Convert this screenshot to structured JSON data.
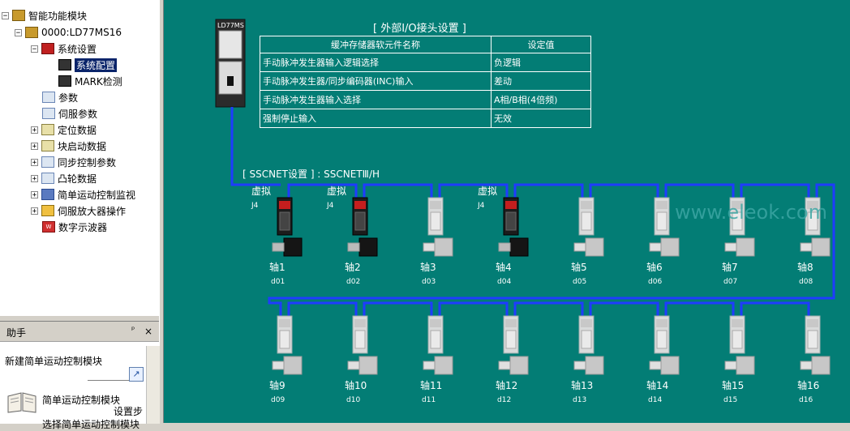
{
  "tree": {
    "items": [
      {
        "label": "智能功能模块",
        "icon": "module-folder-icon"
      },
      {
        "label": "0000:LD77MS16",
        "icon": "module-icon"
      },
      {
        "label": "系统设置",
        "icon": "folder-icon"
      },
      {
        "label": "系统配置",
        "icon": "system-config-icon"
      },
      {
        "label": "MARK检测",
        "icon": "mark-detect-icon"
      },
      {
        "label": "参数",
        "icon": "parameter-icon"
      },
      {
        "label": "伺服参数",
        "icon": "servo-parameter-icon"
      },
      {
        "label": "定位数据",
        "icon": "positioning-data-icon"
      },
      {
        "label": "块启动数据",
        "icon": "block-start-icon"
      },
      {
        "label": "同步控制参数",
        "icon": "sync-control-icon"
      },
      {
        "label": "凸轮数据",
        "icon": "cam-data-icon"
      },
      {
        "label": "简单运动控制监视",
        "icon": "monitor-icon"
      },
      {
        "label": "伺服放大器操作",
        "icon": "amplifier-icon"
      },
      {
        "label": "数字示波器",
        "icon": "oscilloscope-icon"
      }
    ]
  },
  "helper": {
    "title": "助手",
    "pin": "ᵖ",
    "close": "×",
    "new_module": "新建简单运动控制模块",
    "item_title": "简单运动控制模块",
    "item_sub": "设置步",
    "item_desc": "选择简单运动控制模块"
  },
  "canvas": {
    "module_label": "LD77MS",
    "io_title": "[ 外部I/O接头设置 ]",
    "io_table": {
      "headers": [
        "缓冲存储器软元件名称",
        "设定值"
      ],
      "rows": [
        [
          "手动脉冲发生器输入逻辑选择",
          "负逻辑"
        ],
        [
          "手动脉冲发生器/同步编码器(INC)输入",
          "差动"
        ],
        [
          "手动脉冲发生器输入选择",
          "A相/B相(4倍频)"
        ],
        [
          "强制停止输入",
          "无效"
        ]
      ]
    },
    "sscnet_title": "[ SSCNET设置 ] : SSCNETⅢ/H",
    "watermark": "www.eleok.com",
    "virtual_label": "虚拟",
    "j4_label": "J4"
  },
  "axes": [
    {
      "name": "轴1",
      "id": "d01",
      "virtual": true
    },
    {
      "name": "轴2",
      "id": "d02",
      "virtual": true
    },
    {
      "name": "轴3",
      "id": "d03",
      "virtual": false
    },
    {
      "name": "轴4",
      "id": "d04",
      "virtual": true
    },
    {
      "name": "轴5",
      "id": "d05",
      "virtual": false
    },
    {
      "name": "轴6",
      "id": "d06",
      "virtual": false
    },
    {
      "name": "轴7",
      "id": "d07",
      "virtual": false
    },
    {
      "name": "轴8",
      "id": "d08",
      "virtual": false
    },
    {
      "name": "轴9",
      "id": "d09",
      "virtual": false
    },
    {
      "name": "轴10",
      "id": "d10",
      "virtual": false
    },
    {
      "name": "轴11",
      "id": "d11",
      "virtual": false
    },
    {
      "name": "轴12",
      "id": "d12",
      "virtual": false
    },
    {
      "name": "轴13",
      "id": "d13",
      "virtual": false
    },
    {
      "name": "轴14",
      "id": "d14",
      "virtual": false
    },
    {
      "name": "轴15",
      "id": "d15",
      "virtual": false
    },
    {
      "name": "轴16",
      "id": "d16",
      "virtual": false
    }
  ],
  "colors": {
    "canvas_bg": "#037d75",
    "network_line": "#1f3cff",
    "selection": "#0a246a"
  }
}
